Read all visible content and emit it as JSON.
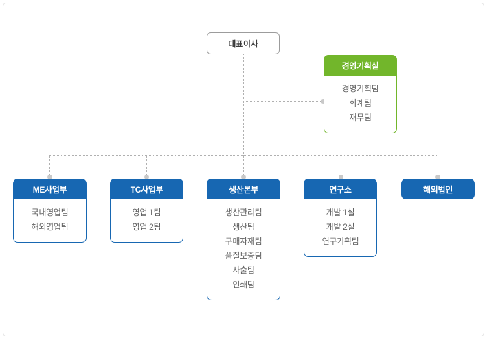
{
  "chart_title": "",
  "colors": {
    "blue": "#1767b2",
    "green": "#72b62b",
    "connector": "#b0b0b0",
    "dot": "#c9c9c9",
    "frame_border": "#e4e4e4",
    "root_border": "#9c9c9c",
    "item_text": "#5f5f5f",
    "root_text": "#3b3b3b",
    "head_text": "#ffffff"
  },
  "root": {
    "label": "대표이사"
  },
  "staff": {
    "label": "경영기획실",
    "theme": "green",
    "items": [
      "경영기획팀",
      "회계팀",
      "재무팀"
    ]
  },
  "divisions": [
    {
      "label": "ME사업부",
      "theme": "blue",
      "items": [
        "국내영업팀",
        "해외영업팀"
      ]
    },
    {
      "label": "TC사업부",
      "theme": "blue",
      "items": [
        "영업 1팀",
        "영업 2팀"
      ]
    },
    {
      "label": "생산본부",
      "theme": "blue",
      "items": [
        "생산관리팀",
        "생산팀",
        "구매자재팀",
        "품질보증팀",
        "사출팀",
        "인쇄팀"
      ]
    },
    {
      "label": "연구소",
      "theme": "blue",
      "items": [
        "개발 1실",
        "개발 2실",
        "연구기획팀"
      ]
    },
    {
      "label": "해외법인",
      "theme": "blue",
      "items": []
    }
  ]
}
